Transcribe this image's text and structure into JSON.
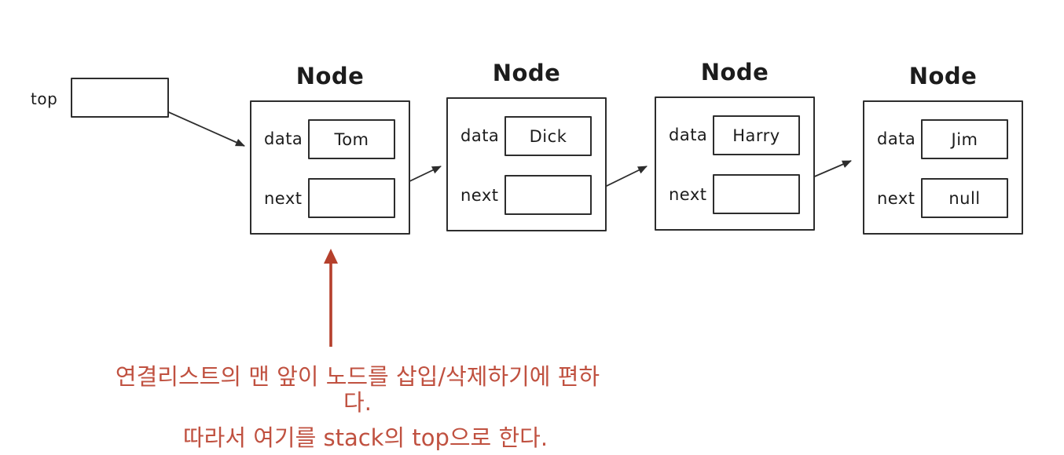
{
  "pointer": {
    "label": "top"
  },
  "nodes": [
    {
      "title": "Node",
      "data_label": "data",
      "data_value": "Tom",
      "next_label": "next",
      "next_value": ""
    },
    {
      "title": "Node",
      "data_label": "data",
      "data_value": "Dick",
      "next_label": "next",
      "next_value": ""
    },
    {
      "title": "Node",
      "data_label": "data",
      "data_value": "Harry",
      "next_label": "next",
      "next_value": ""
    },
    {
      "title": "Node",
      "data_label": "data",
      "data_value": "Jim",
      "next_label": "next",
      "next_value": "null"
    }
  ],
  "annotation": {
    "line1": "연결리스트의 맨 앞이 노드를 삽입/삭제하기에 편하다.",
    "line2": "따라서 여기를 stack의 top으로 한다."
  },
  "colors": {
    "line": "#2d2d2d",
    "text": "#1c1c1c",
    "accent_arrow": "#b5402c",
    "accent_text": "#c05140",
    "background": "#ffffff"
  }
}
